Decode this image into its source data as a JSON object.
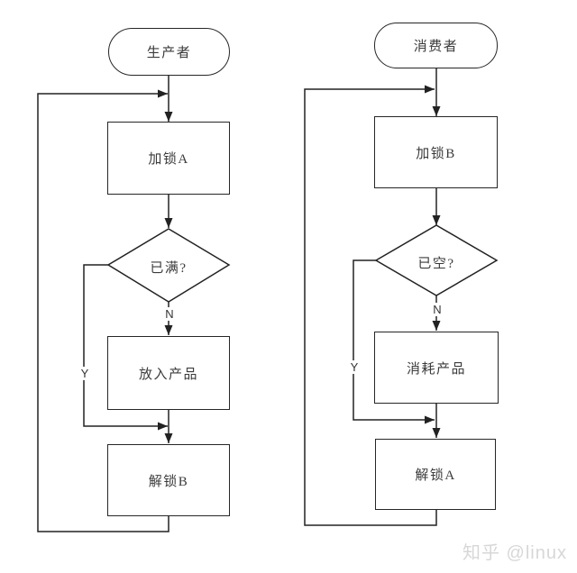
{
  "colors": {
    "line": "#222222",
    "node_border": "#262626",
    "node_text": "#3b3b3b",
    "background": "#ffffff",
    "watermark": "#d7d7d7"
  },
  "producer": {
    "title": "生产者",
    "lock": "加锁A",
    "condition": "已满?",
    "branch_no": "N",
    "branch_yes": "Y",
    "action": "放入产品",
    "unlock": "解锁B"
  },
  "consumer": {
    "title": "消费者",
    "lock": "加锁B",
    "condition": "已空?",
    "branch_no": "N",
    "branch_yes": "Y",
    "action": "消耗产品",
    "unlock": "解锁A"
  },
  "watermark": {
    "text": "知乎 @linux"
  }
}
